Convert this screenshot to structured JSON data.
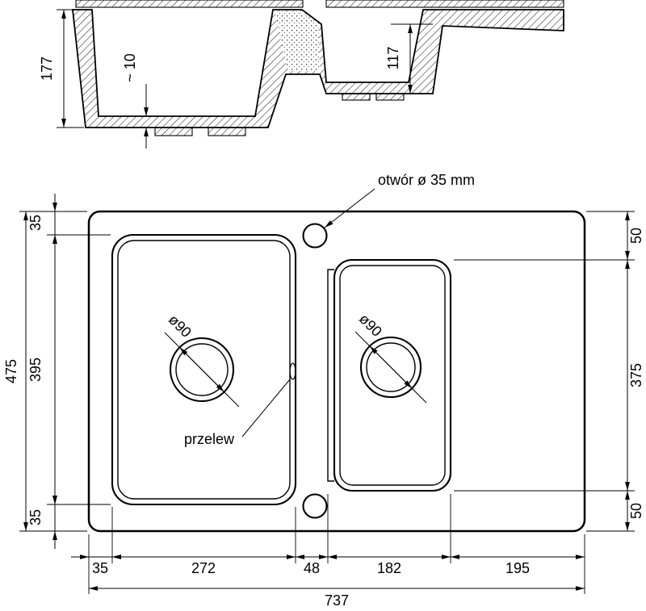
{
  "colors": {
    "ink": "#000000",
    "background": "#ffffff"
  },
  "section": {
    "dim_total_depth": "177",
    "dim_bottom_thickness": "~ 10",
    "dim_small_bowl_depth": "117"
  },
  "plan": {
    "hole_label": "otwór ø 35 mm",
    "overflow_label": "przelew",
    "main_drain_diameter": "ø90",
    "small_drain_diameter": "ø90",
    "dim_overall_height": "475",
    "dim_left_top_margin": "35",
    "dim_main_bowl_height": "395",
    "dim_left_bottom_margin": "35",
    "dim_right_top_margin": "50",
    "dim_small_bowl_height": "375",
    "dim_right_bottom_margin": "50",
    "dim_bottom_left_margin": "35",
    "dim_main_bowl_width": "272",
    "dim_bowl_gap": "48",
    "dim_small_bowl_width": "182",
    "dim_drainer_width": "195",
    "dim_overall_width": "737"
  }
}
